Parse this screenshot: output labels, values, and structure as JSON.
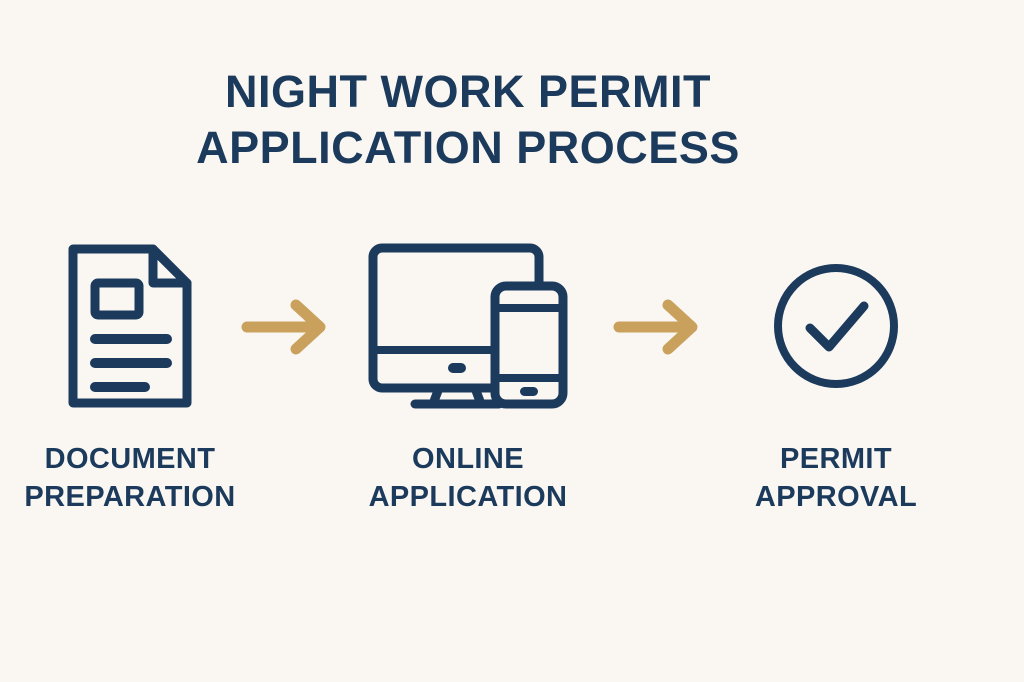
{
  "background_color": "#FAF7F2",
  "accent_navy": "#1B3A5C",
  "accent_gold": "#C9A05C",
  "title": {
    "line1": "NIGHT WORK PERMIT",
    "line2": "APPLICATION PROCESS"
  },
  "steps": [
    {
      "icon": "document-icon",
      "caption_line1": "DOCUMENT",
      "caption_line2": "PREPARATION"
    },
    {
      "icon": "desktop-and-mobile-icon",
      "caption_line1": "ONLINE",
      "caption_line2": "APPLICATION"
    },
    {
      "icon": "check-circle-icon",
      "caption_line1": "PERMIT",
      "caption_line2": "APPROVAL"
    }
  ],
  "arrows": [
    {
      "icon": "arrow-right-icon",
      "color": "#C9A05C"
    },
    {
      "icon": "arrow-right-icon",
      "color": "#C9A05C"
    }
  ]
}
